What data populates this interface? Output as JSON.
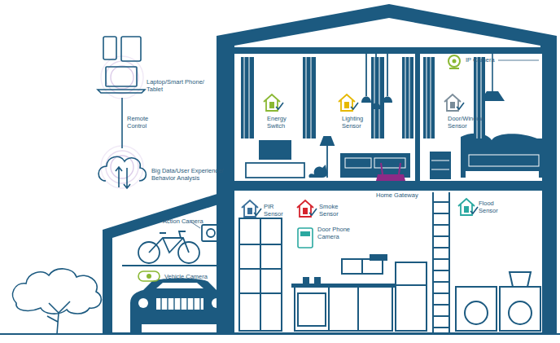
{
  "diagram": {
    "labels": [
      "Laptop/Smart Phone/ Tablet",
      "Remote Control",
      "Big Data/User Experience/ Behavior Analysis",
      "IP Camera",
      "Energy Switch",
      "Lighting Sensor",
      "Door/Window Sensor",
      "Home Gateway",
      "PIR Sensor",
      "Smoke Sensor",
      "Door Phone Camera",
      "Flood Sensor",
      "Action Camera",
      "Vehicle Camera"
    ]
  }
}
